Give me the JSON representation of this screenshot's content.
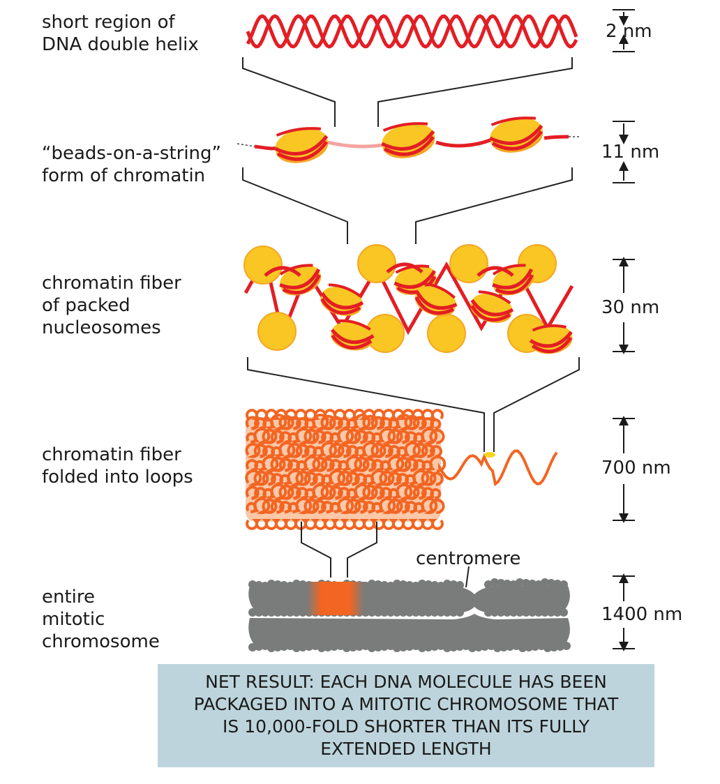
{
  "levels": [
    {
      "label": "short region of\nDNA double helix",
      "dimension": "2 nm"
    },
    {
      "label": "“beads-on-a-string”\nform of chromatin",
      "dimension": "11 nm"
    },
    {
      "label": "chromatin fiber\nof packed\nnucleosomes",
      "dimension": "30 nm"
    },
    {
      "label": "chromatin fiber\nfolded into loops",
      "dimension": "700 nm"
    },
    {
      "label": "entire\nmitotic\nchromosome",
      "dimension": "1400 nm"
    }
  ],
  "centromere_label": "centromere",
  "net_result": "NET RESULT: EACH DNA MOLECULE HAS BEEN\nPACKAGED INTO A MITOTIC CHROMOSOME THAT\nIS 10,000-FOLD SHORTER THAN ITS FULLY\nEXTENDED LENGTH",
  "colors": {
    "dna_red": "#e31e24",
    "histone_yellow": "#f9c623",
    "loop_orange": "#f26522",
    "chromosome_gray": "#7a7b7b",
    "box_blue": "#bdd4dc"
  }
}
